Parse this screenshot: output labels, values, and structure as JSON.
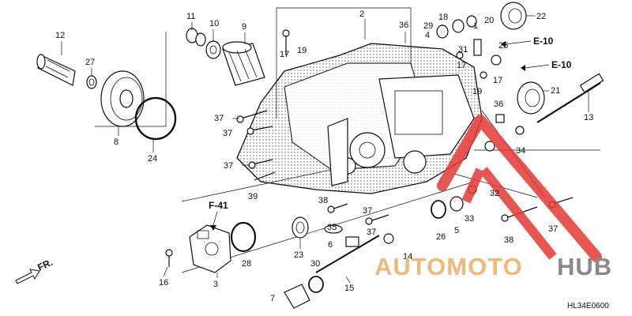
{
  "callouts": [
    "1",
    "2",
    "3",
    "4",
    "5",
    "6",
    "7",
    "8",
    "9",
    "10",
    "11",
    "12",
    "13",
    "14",
    "15",
    "16",
    "17",
    "17",
    "17",
    "18",
    "19",
    "19",
    "20",
    "21",
    "22",
    "23",
    "24",
    "25",
    "26",
    "27",
    "28",
    "29",
    "30",
    "31",
    "32",
    "33",
    "34",
    "35",
    "36",
    "36",
    "37",
    "37",
    "37",
    "37",
    "37",
    "37",
    "38",
    "38",
    "39"
  ],
  "references": {
    "e10_top": "E-10",
    "e10_mid": "E-10",
    "f41": "F-41",
    "front": "FR."
  },
  "watermark": {
    "part1": "AUTOMOTO",
    "part2": "HUB",
    "color_accent": "#e53935",
    "color_primary": "#f2b87a",
    "color_secondary": "#8a8a8a"
  },
  "diagram_code": "HL34E0600"
}
